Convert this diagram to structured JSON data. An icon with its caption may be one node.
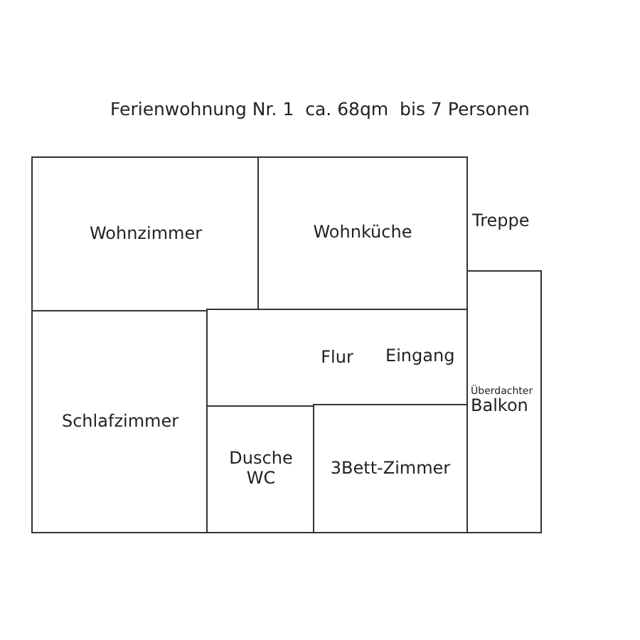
{
  "diagram": {
    "title": "Ferienwohnung Nr. 1  ca. 68qm  bis 7 Personen",
    "nodes": [
      {
        "text": [
          "Wohnzimmer"
        ]
      },
      {
        "text": [
          "Wohnküche"
        ]
      },
      {
        "text": [
          "Schlafzimmer"
        ]
      },
      {
        "text": [
          "Flur"
        ]
      },
      {
        "text": [
          "Dusche WC"
        ]
      },
      {
        "text": [
          "3Bett-Zimmer"
        ]
      },
      {
        "text": [
          "Überdachter",
          "Balkon"
        ]
      }
    ],
    "labels": [
      "Treppe",
      "Eingang"
    ]
  }
}
